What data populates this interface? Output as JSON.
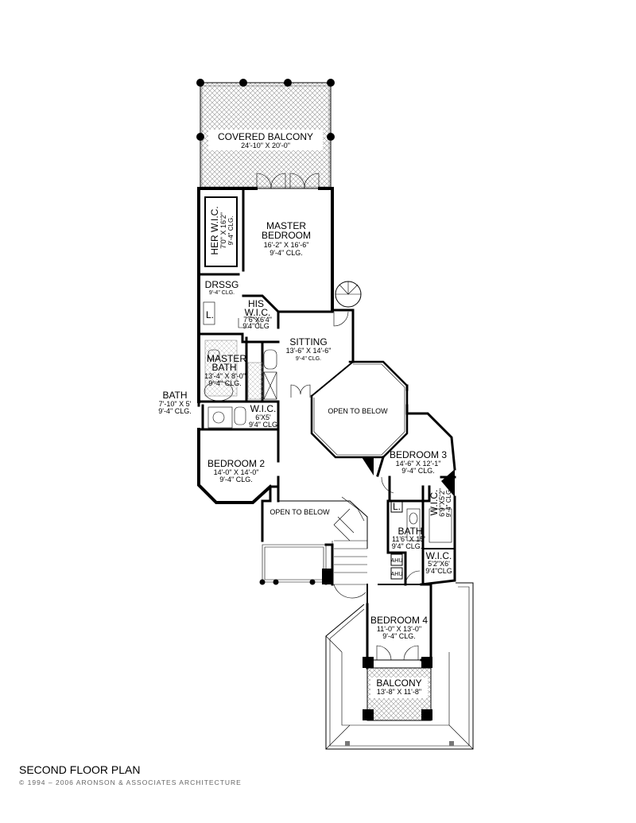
{
  "title": "SECOND FLOOR PLAN",
  "copyright": "© 1994 – 2006 ARONSON & ASSOCIATES ARCHITECTURE",
  "rooms": {
    "covered_balcony": {
      "name": "COVERED BALCONY",
      "dims": "24'-10\" X 20'-0\""
    },
    "master_bedroom": {
      "name1": "MASTER",
      "name2": "BEDROOM",
      "dims": "16'-2\" X 16'-6\"",
      "clg": "9'-4\" CLG."
    },
    "her_wic": {
      "name": "HER W.I.C.",
      "dims": "7'0\" X 16'2\"",
      "clg": "9'-4\" CLG."
    },
    "drssg": {
      "name": "DRSSG",
      "clg": "9'-4\" CLG."
    },
    "his_wic": {
      "name1": "HIS",
      "name2": "W.I.C.",
      "dims": "7'6\"X6'4\"",
      "clg": "9'4\"CLG"
    },
    "sitting": {
      "name": "SITTING",
      "dims": "13'-6\" X 14'-6\"",
      "clg": "9'-4\" CLG."
    },
    "master_bath": {
      "name1": "MASTER",
      "name2": "BATH",
      "dims": "13'-4\" X 8'-0\"",
      "clg": "9'-4\" CLG."
    },
    "bath_left": {
      "name": "BATH",
      "dims": "7'-10\" X 5'",
      "clg": "9'-4\" CLG."
    },
    "wic_left": {
      "name": "W.I.C.",
      "dims": "6'X5'",
      "clg": "9'4\" CLG"
    },
    "open_below_1": {
      "name": "OPEN TO BELOW"
    },
    "bedroom_3": {
      "name": "BEDROOM 3",
      "dims": "14'-6\" X 12'-1\"",
      "clg": "9'-4\" CLG."
    },
    "bedroom_2": {
      "name": "BEDROOM 2",
      "dims": "14'-0\" X 14'-0\"",
      "clg": "9'-4\" CLG."
    },
    "wic_right": {
      "name": "W.I.C.",
      "dims": "6'9\"X5'2\"",
      "clg": "9'-4\" CLG."
    },
    "open_below_2": {
      "name": "OPEN TO BELOW"
    },
    "bath_right": {
      "name": "BATH",
      "dims": "11'6\" X 15'",
      "clg": "9'4\" CLG."
    },
    "wic_small": {
      "name": "W.I.C.",
      "dims": "5'2\"X6'",
      "clg": "9'4\"CLG"
    },
    "bedroom_4": {
      "name": "BEDROOM 4",
      "dims": "11'-0\" X 13'-0\"",
      "clg": "9'-4\" CLG."
    },
    "balcony": {
      "name": "BALCONY",
      "dims": "13'-8\" X 11'-8\""
    }
  },
  "fixtures": {
    "linen": "L.",
    "ahu": "AHU"
  }
}
